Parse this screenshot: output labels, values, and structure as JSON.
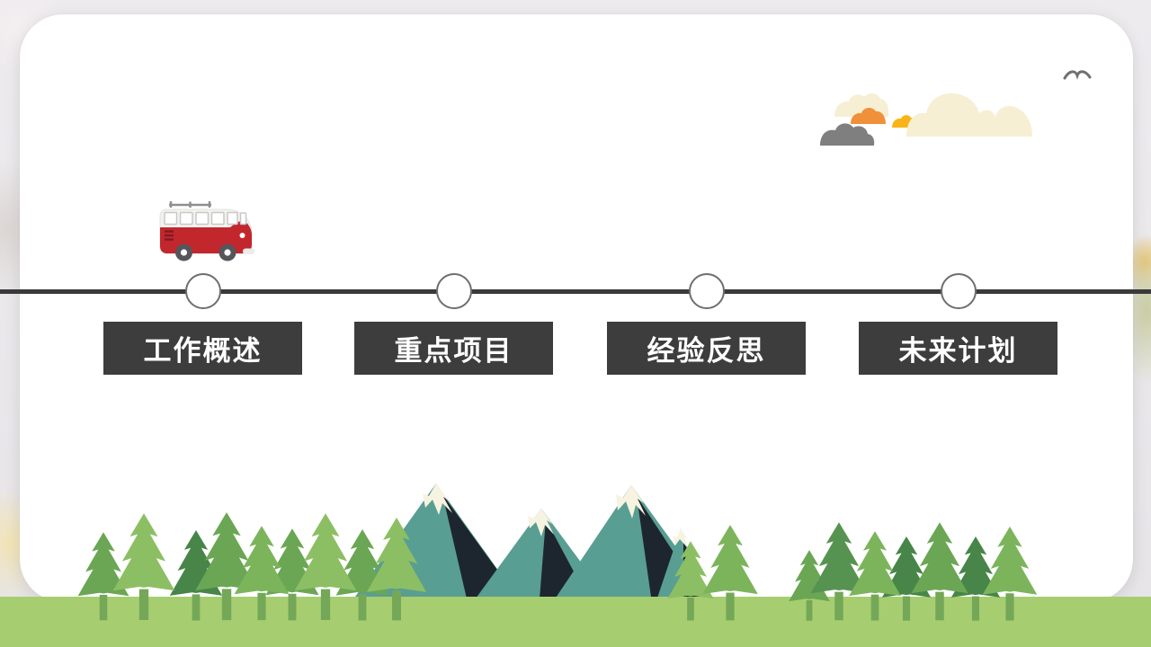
{
  "timeline": {
    "stages": [
      {
        "label": "工作概述"
      },
      {
        "label": "重点项目"
      },
      {
        "label": "经验反思"
      },
      {
        "label": "未来计划"
      }
    ]
  },
  "decor_icons": {
    "bus": "bus-icon (red camper van on roof of timeline)",
    "bird": "bird-icon (gray seagull glyph, top right)",
    "clouds": "cloud-icons (cream, orange, yellow, gray clouds)",
    "mountains": "mountain-icons (teal peaks, dark shadow faces, snow caps)",
    "trees": "pine-tree-icons (green forest)",
    "ground": "grass-ground (light green strip)"
  },
  "palette": {
    "bg": "#eae8eb",
    "card": "#ffffff",
    "line": "#3a3a3a",
    "node-border": "#6e6e6e",
    "box": "#3d3d3d",
    "box-text": "#ffffff",
    "ground": "#a6ce70",
    "trunk": "#74a758",
    "tree-light": "#8cbf63",
    "tree-lightmid": "#7cb45c",
    "tree-mid": "#6ba654",
    "tree-middark": "#579350",
    "tree-dark": "#478548",
    "mountain": "#599e92",
    "mountain-shadow": "#1d262e",
    "snow": "#f7f3e1",
    "bus-red": "#c1272d",
    "bus-red-dark": "#7e1a20",
    "bus-top": "#f3f2ef",
    "bus-dark": "#54565a",
    "bus-outline": "#c8c8c8",
    "rack-gray": "#8f8f8f",
    "cloud-cream": "#f7efd3",
    "cloud-orange": "#f0903a",
    "cloud-yellow": "#fbb417",
    "cloud-gray": "#7f7f7f",
    "bird": "#6f6f6f"
  }
}
